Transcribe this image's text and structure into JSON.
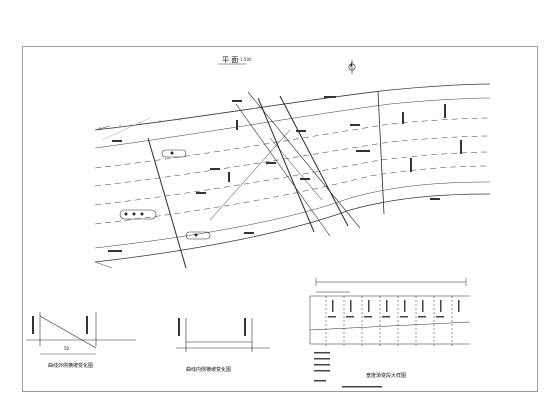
{
  "drawing": {
    "plan_title": "平 面",
    "plan_scale": "1:500",
    "caption_outer": "曲线外侧横坡变化图",
    "caption_inner": "曲线内侧横坡变化图",
    "caption_detail": "宽度渐变段大样图",
    "dim_50": "50"
  },
  "colors": {
    "line": "#3a3a3a",
    "light": "#8a8a8a",
    "text": "#111111"
  }
}
